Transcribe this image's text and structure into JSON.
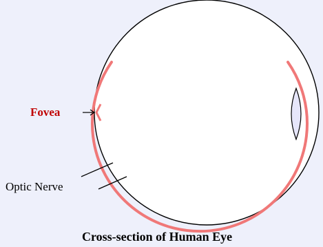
{
  "diagram": {
    "labels": {
      "fovea": "Fovea",
      "optic_nerve": "Optic Nerve"
    },
    "caption": "Cross-section of Human Eye"
  },
  "colors": {
    "background": "#eef0fb",
    "retina": "#f07878",
    "fovea_label": "#c00000",
    "lens_fill": "#e6e6fa",
    "outline": "#000000"
  }
}
